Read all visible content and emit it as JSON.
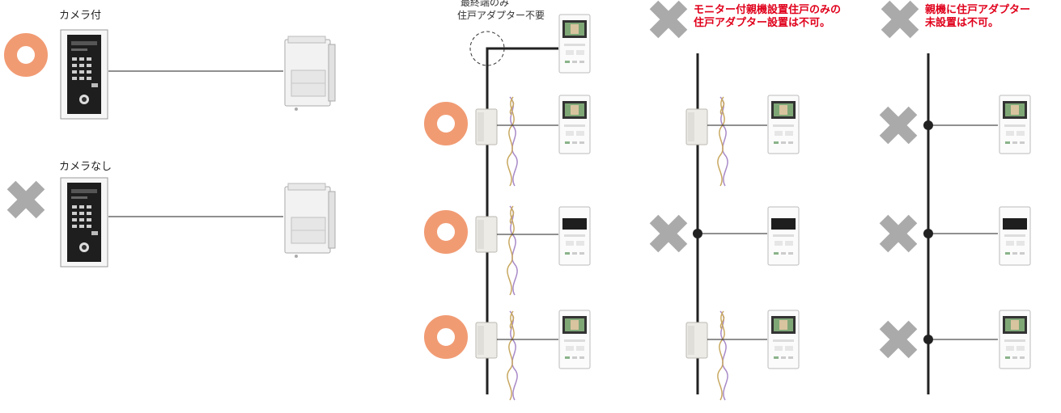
{
  "colors": {
    "ok": "#F19B73",
    "ng": "#AAAAAA",
    "warn": "#E0001B",
    "line": "#222222"
  },
  "panel_left": {
    "camera_with": {
      "label": "カメラ付",
      "verdict": "ok"
    },
    "camera_without": {
      "label": "カメラなし",
      "verdict": "ng"
    }
  },
  "panel_ok": {
    "note_line1": "最終端のみ",
    "note_line2": "住戸アダプター不要",
    "rows": [
      {
        "verdict": "ok",
        "adapter": true,
        "monitor": "camera-monitor"
      },
      {
        "verdict": "ok",
        "adapter": true,
        "monitor": "audio-unit"
      },
      {
        "verdict": "ok",
        "adapter": true,
        "monitor": "camera-monitor"
      }
    ]
  },
  "panel_ng1": {
    "verdict": "ng",
    "warning_line1": "モニター付親機設置住戸のみの",
    "warning_line2": "住戸アダプター設置は不可。",
    "rows": [
      {
        "verdict": "none",
        "adapter": true,
        "monitor": "camera-monitor"
      },
      {
        "verdict": "ng",
        "adapter": false,
        "monitor": "audio-unit"
      },
      {
        "verdict": "none",
        "adapter": true,
        "monitor": "camera-monitor"
      }
    ]
  },
  "panel_ng2": {
    "verdict": "ng",
    "warning_line1": "親機に住戸アダプター",
    "warning_line2": "未設置は不可。",
    "rows": [
      {
        "verdict": "ng",
        "adapter": false,
        "monitor": "camera-monitor"
      },
      {
        "verdict": "ng",
        "adapter": false,
        "monitor": "audio-unit"
      },
      {
        "verdict": "ng",
        "adapter": false,
        "monitor": "camera-monitor"
      }
    ]
  }
}
